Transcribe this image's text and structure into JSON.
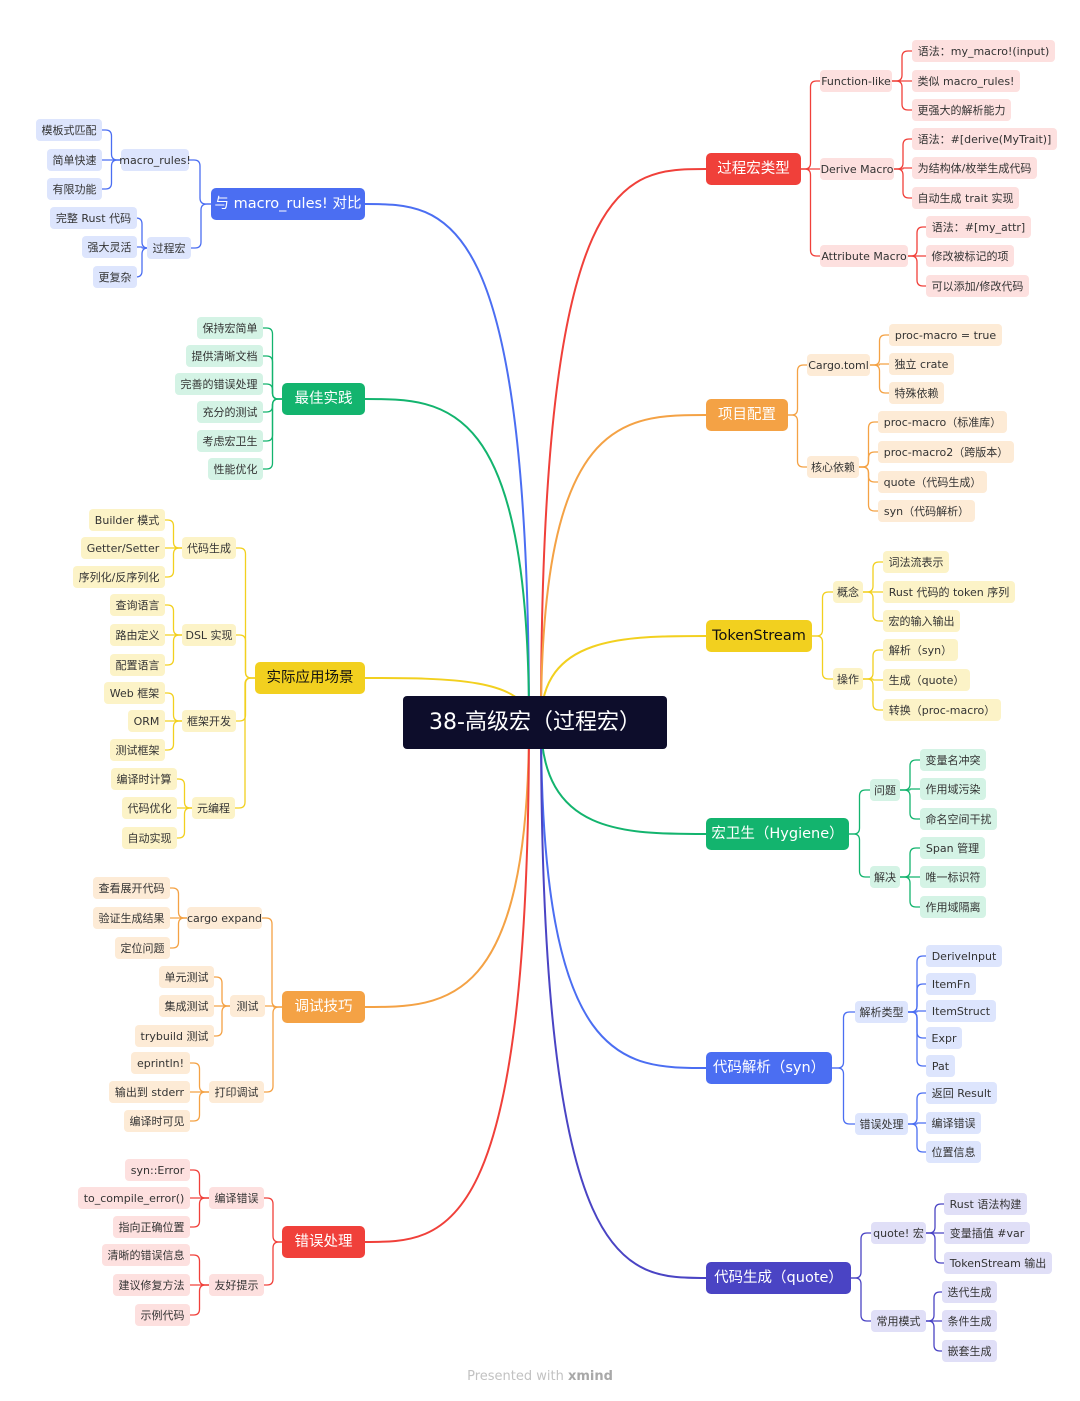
{
  "root": "38-高级宏（过程宏）",
  "footer": {
    "prefix": "Presented with",
    "brand": "xmind"
  },
  "branches": [
    {
      "label": "过程宏类型",
      "side": "right",
      "color": "#f0403a",
      "children": [
        {
          "label": "Function-like",
          "children": [
            "语法：my_macro!(input)",
            "类似 macro_rules!",
            "更强大的解析能力"
          ]
        },
        {
          "label": "Derive Macro",
          "children": [
            "语法：#[derive(MyTrait)]",
            "为结构体/枚举生成代码",
            "自动生成 trait 实现"
          ]
        },
        {
          "label": "Attribute Macro",
          "children": [
            "语法：#[my_attr]",
            "修改被标记的项",
            "可以添加/修改代码"
          ]
        }
      ]
    },
    {
      "label": "项目配置",
      "side": "right",
      "color": "#f4a245",
      "children": [
        {
          "label": "Cargo.toml",
          "children": [
            "proc-macro = true",
            "独立 crate",
            "特殊依赖"
          ]
        },
        {
          "label": "核心依赖",
          "children": [
            "proc-macro（标准库）",
            "proc-macro2（跨版本）",
            "quote（代码生成）",
            "syn（代码解析）"
          ]
        }
      ]
    },
    {
      "label": "TokenStream",
      "side": "right",
      "color": "#f2d01f",
      "children": [
        {
          "label": "概念",
          "children": [
            "词法流表示",
            "Rust 代码的 token 序列",
            "宏的输入输出"
          ]
        },
        {
          "label": "操作",
          "children": [
            "解析（syn）",
            "生成（quote）",
            "转换（proc-macro）"
          ]
        }
      ]
    },
    {
      "label": "宏卫生（Hygiene）",
      "side": "right",
      "color": "#13b46e",
      "children": [
        {
          "label": "问题",
          "children": [
            "变量名冲突",
            "作用域污染",
            "命名空间干扰"
          ]
        },
        {
          "label": "解决",
          "children": [
            "Span 管理",
            "唯一标识符",
            "作用域隔离"
          ]
        }
      ]
    },
    {
      "label": "代码解析（syn）",
      "side": "right",
      "color": "#4b6ef2",
      "children": [
        {
          "label": "解析类型",
          "children": [
            "DeriveInput",
            "ItemFn",
            "ItemStruct",
            "Expr",
            "Pat"
          ]
        },
        {
          "label": "错误处理",
          "children": [
            "返回 Result",
            "编译错误",
            "位置信息"
          ]
        }
      ]
    },
    {
      "label": "代码生成（quote）",
      "side": "right",
      "color": "#4a44c4",
      "children": [
        {
          "label": "quote! 宏",
          "children": [
            "Rust 语法构建",
            "变量插值 #var",
            "TokenStream 输出"
          ]
        },
        {
          "label": "常用模式",
          "children": [
            "迭代生成",
            "条件生成",
            "嵌套生成"
          ]
        }
      ]
    },
    {
      "label": "与 macro_rules! 对比",
      "side": "left",
      "color": "#4b6ef2",
      "children": [
        {
          "label": "macro_rules!",
          "children": [
            "模板式匹配",
            "简单快速",
            "有限功能"
          ]
        },
        {
          "label": "过程宏",
          "children": [
            "完整 Rust 代码",
            "强大灵活",
            "更复杂"
          ]
        }
      ]
    },
    {
      "label": "最佳实践",
      "side": "left",
      "color": "#13b46e",
      "children": [
        "保持宏简单",
        "提供清晰文档",
        "完善的错误处理",
        "充分的测试",
        "考虑宏卫生",
        "性能优化"
      ]
    },
    {
      "label": "实际应用场景",
      "side": "left",
      "color": "#f2d01f",
      "children": [
        {
          "label": "代码生成",
          "children": [
            "Builder 模式",
            "Getter/Setter",
            "序列化/反序列化"
          ]
        },
        {
          "label": "DSL 实现",
          "children": [
            "查询语言",
            "路由定义",
            "配置语言"
          ]
        },
        {
          "label": "框架开发",
          "children": [
            "Web 框架",
            "ORM",
            "测试框架"
          ]
        },
        {
          "label": "元编程",
          "children": [
            "编译时计算",
            "代码优化",
            "自动实现"
          ]
        }
      ]
    },
    {
      "label": "调试技巧",
      "side": "left",
      "color": "#f4a245",
      "children": [
        {
          "label": "cargo expand",
          "children": [
            "查看展开代码",
            "验证生成结果",
            "定位问题"
          ]
        },
        {
          "label": "测试",
          "children": [
            "单元测试",
            "集成测试",
            "trybuild 测试"
          ]
        },
        {
          "label": "打印调试",
          "children": [
            "eprintln!",
            "输出到 stderr",
            "编译时可见"
          ]
        }
      ]
    },
    {
      "label": "错误处理",
      "side": "left",
      "color": "#f0403a",
      "children": [
        {
          "label": "编译错误",
          "children": [
            "syn::Error",
            "to_compile_error()",
            "指向正确位置"
          ]
        },
        {
          "label": "友好提示",
          "children": [
            "清晰的错误信息",
            "建议修复方法",
            "示例代码"
          ]
        }
      ]
    }
  ]
}
